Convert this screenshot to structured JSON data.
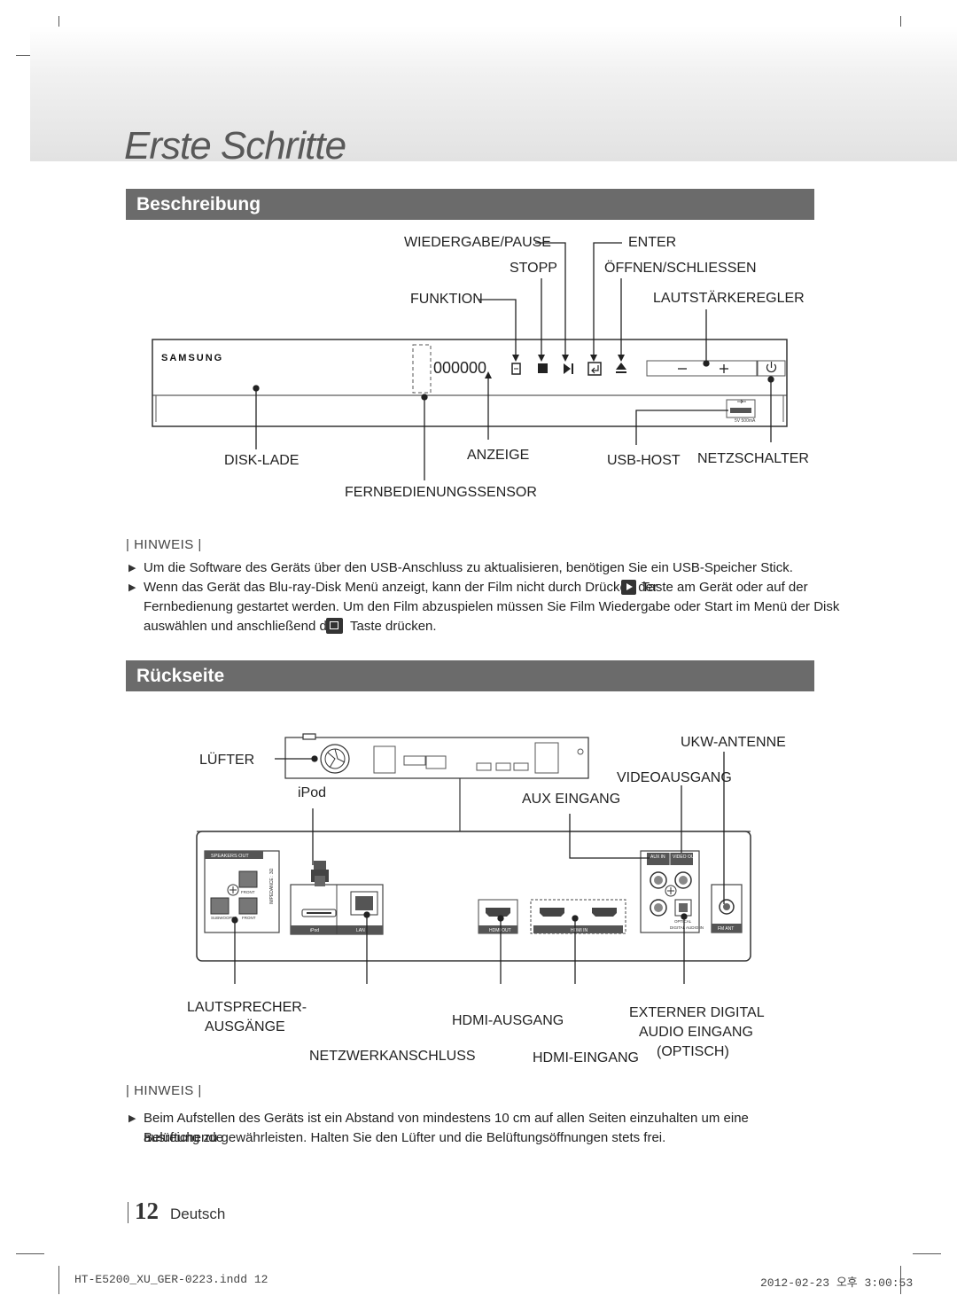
{
  "chapter_title": "Erste Schritte",
  "sections": {
    "front": "Beschreibung",
    "rear": "Rückseite"
  },
  "front_panel": {
    "brand": "SAMSUNG",
    "display": "000000",
    "labels": {
      "play_pause": "WIEDERGABE/PAUSE",
      "stop": "STOPP",
      "function": "FUNKTION",
      "enter": "ENTER",
      "open_close": "ÖFFNEN/SCHLIESSEN",
      "volume": "LAUTSTÄRKEREGLER",
      "disc_tray": "DISK-LADE",
      "display": "ANZEIGE",
      "usb_host": "USB-HOST",
      "power": "NETZSCHALTER",
      "remote_sensor": "FERNBEDIENUNGSSENSOR"
    },
    "usb_rating": "5V 500mA"
  },
  "note1": {
    "heading": "HINWEIS",
    "items": [
      "Um die Software des Geräts über den USB-Anschluss zu aktualisieren, benötigen Sie ein USB-Speicher Stick.",
      "Wenn das Gerät das Blu-ray-Disk Menü anzeigt, kann der Film nicht durch Drücken der",
      "Taste am Gerät oder auf der",
      "Fernbedienung gestartet werden. Um den Film abzuspielen müssen Sie Film Wiedergabe oder Start im Menü der Disk",
      "auswählen und anschließend die",
      "Taste drücken."
    ]
  },
  "rear_panel": {
    "labels": {
      "fan": "LÜFTER",
      "ipod": "iPod",
      "fm_antenna": "UKW-ANTENNE",
      "video_out": "VIDEOAUSGANG",
      "aux_in": "AUX EINGANG",
      "speaker_out_1": "LAUTSPRECHER-",
      "speaker_out_2": "AUSGÄNGE",
      "network": "NETZWERKANSCHLUSS",
      "hdmi_out": "HDMI-AUSGANG",
      "hdmi_in": "HDMI-EINGANG",
      "optical_1": "EXTERNER DIGITAL",
      "optical_2": "AUDIO EINGANG",
      "optical_3": "(OPTISCH)"
    },
    "panel_text": {
      "speakers_out": "SPEAKERS OUT",
      "impedance": "IMPEDANCE : 3Ω",
      "front_l": "FRONT",
      "front_r": "FRONT",
      "subwoofer": "SUBWOOFER",
      "ipod": "iPod",
      "lan": "LAN",
      "hdmi_out": "HDMI OUT",
      "hdmi_in": "HDMI IN",
      "aux_in": "AUX IN",
      "video_out": "VIDEO OUT",
      "optical": "DIGITAL AUDIO IN",
      "optical_top": "OPTICAL",
      "fm_ant": "FM ANT"
    }
  },
  "note2": {
    "heading": "HINWEIS",
    "items": [
      "Beim Aufstellen des Geräts ist ein Abstand von mindestens 10 cm auf allen Seiten einzuhalten um eine ausreichende",
      "Belüftung zu gewährleisten. Halten Sie den Lüfter und die Belüftungsöffnungen stets frei."
    ]
  },
  "page": {
    "number": "12",
    "language": "Deutsch"
  },
  "print_footer": {
    "file": "HT-E5200_XU_GER-0223.indd   12",
    "datetime": "2012-02-23   오후 3:00:53"
  }
}
